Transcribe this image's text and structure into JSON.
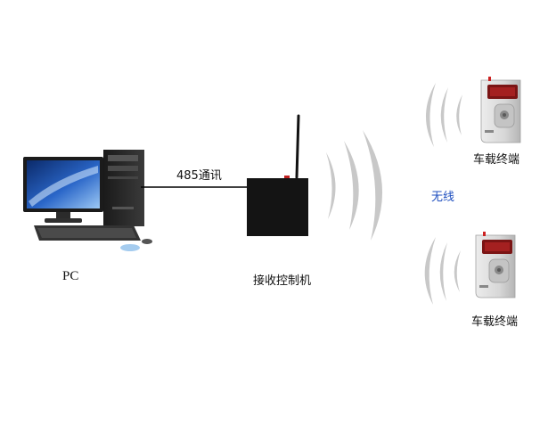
{
  "nodes": {
    "pc": {
      "label": "PC"
    },
    "controller": {
      "label": "接收控制机"
    },
    "terminal_top": {
      "label": "车载终端"
    },
    "terminal_bottom": {
      "label": "车载终端"
    }
  },
  "links": {
    "pc_to_controller": {
      "label": "485通讯"
    },
    "wireless": {
      "label": "无线"
    }
  },
  "colors": {
    "cable": "#000000",
    "controller_body": "#141414",
    "wave": "#c8c8c8",
    "wireless_text": "#1f4fbf",
    "terminal_display": "#7a1414"
  },
  "icons": {
    "pc": "desktop-computer-icon",
    "controller": "black-box-with-antenna",
    "terminal": "vehicle-terminal-device",
    "signal": "radio-wave-arcs"
  }
}
